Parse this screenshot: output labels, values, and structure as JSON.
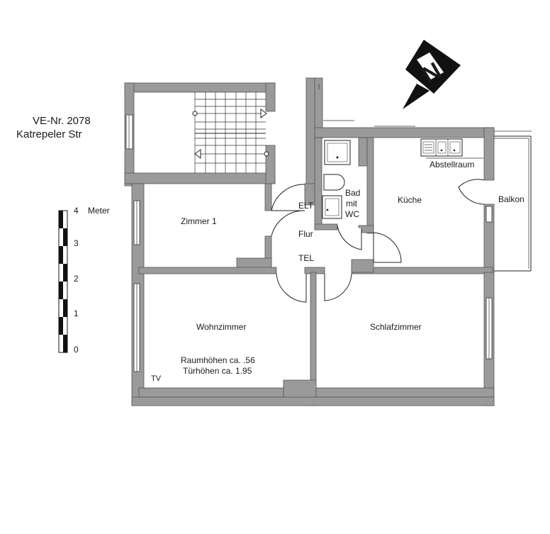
{
  "header": {
    "ref": "VE-Nr. 2078",
    "street": "Katrepeler Str"
  },
  "scale": {
    "unit": "Meter",
    "ticks": [
      "4",
      "3",
      "2",
      "1",
      "0"
    ]
  },
  "compass": {
    "label": "N"
  },
  "rooms": {
    "zimmer1": "Zimmer 1",
    "flur": "Flur",
    "elt": "ELT",
    "tel": "TEL",
    "bad_line1": "Bad",
    "bad_line2": "mit",
    "bad_line3": "WC",
    "kueche": "Küche",
    "abstellraum": "Abstellraum",
    "balkon": "Balkon",
    "wohnzimmer": "Wohnzimmer",
    "schlafzimmer": "Schlafzimmer",
    "tv": "TV"
  },
  "notes": {
    "raumhoehen": "Raumhöhen ca.  .56",
    "tuerhoehen": "Türhöhen ca.  1.95"
  },
  "colors": {
    "wall": "#9a9a9a",
    "line": "#222222",
    "background": "#ffffff"
  }
}
